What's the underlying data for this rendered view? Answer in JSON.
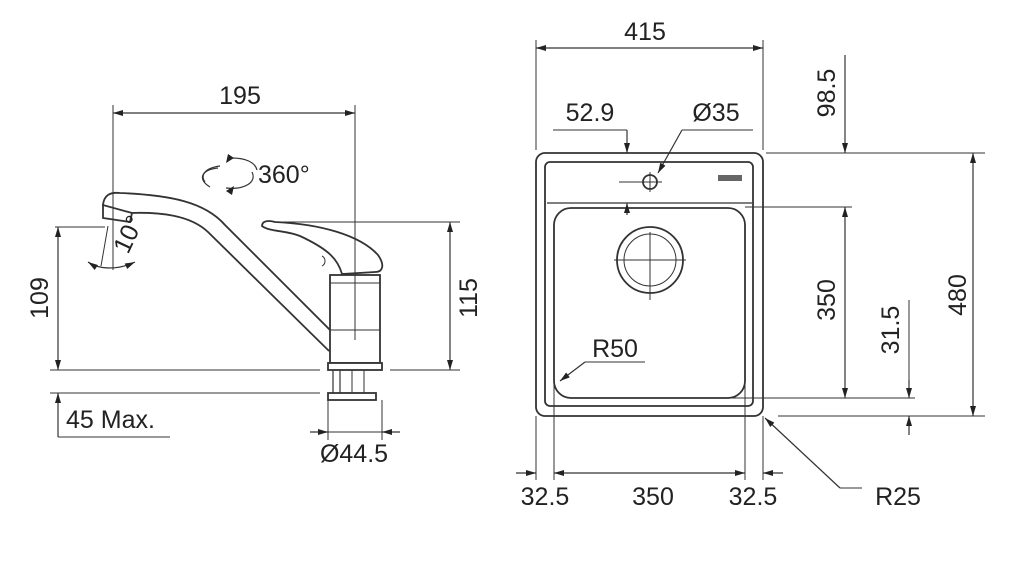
{
  "faucet": {
    "spout_reach": "195",
    "rotation": "360°",
    "spout_angle": "10°",
    "spout_height": "109",
    "total_height": "115",
    "max_thickness": "45 Max.",
    "base_diameter": "Ø44.5"
  },
  "sink": {
    "overall_width": "415",
    "tap_hole_offset": "52.9",
    "tap_hole_diameter": "Ø35",
    "top_rim": "98.5",
    "bowl_length": "350",
    "bottom_rim": "31.5",
    "overall_length": "480",
    "bowl_radius": "R50",
    "outer_radius": "R25",
    "left_rim": "32.5",
    "bowl_width": "350",
    "right_rim": "32.5"
  }
}
